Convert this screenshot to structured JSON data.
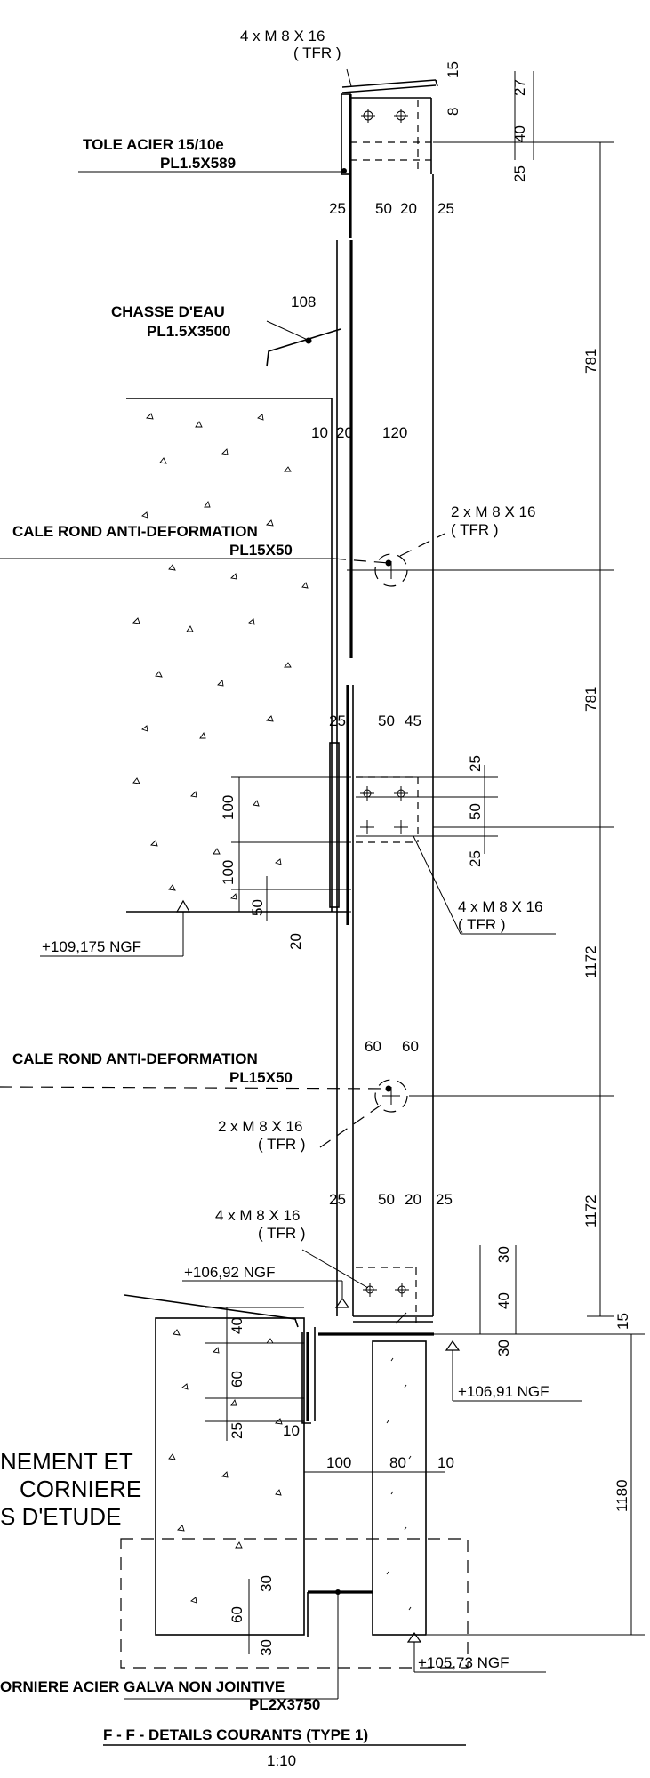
{
  "labels": {
    "bolt_top": "4 x M 8 X 16",
    "bolt_top_tfr": "( TFR )",
    "tole_title": "TOLE ACIER 15/10e",
    "tole_ref": "PL1.5X589",
    "chasse_title": "CHASSE D'EAU",
    "chasse_ref": "PL1.5X3500",
    "cale1_title": "CALE ROND ANTI-DEFORMATION",
    "cale1_ref": "PL15X50",
    "bolt_cale1": "2 x M 8 X 16",
    "bolt_cale1_tfr": "( TFR )",
    "bolt_mid": "4 x M 8 X 16",
    "bolt_mid_tfr": "( TFR )",
    "level_109": "+109,175 NGF",
    "cale2_title": "CALE ROND ANTI-DEFORMATION",
    "cale2_ref": "PL15X50",
    "bolt_cale2": "2 x M 8 X 16",
    "bolt_cale2_tfr": "( TFR )",
    "bolt_bot": "4 x M 8 X 16",
    "bolt_bot_tfr": "( TFR )",
    "level_10692": "+106,92 NGF",
    "level_10691": "+106,91 NGF",
    "note_line1": "NEMENT ET",
    "note_line2": "CORNIERE",
    "note_line3": "S D'ETUDE",
    "corniere_title": "ORNIERE ACIER GALVA NON JOINTIVE",
    "corniere_ref": "PL2X3750",
    "level_10573": "+105,73 NGF",
    "title": "F - F  - DETAILS COURANTS (TYPE 1)",
    "scale": "1:10"
  },
  "dims": {
    "d15a": "15",
    "d27": "27",
    "d8": "8",
    "d40a": "40",
    "d25a": "25",
    "r1_25a": "25",
    "r1_50": "50",
    "r1_20": "20",
    "r1_25b": "25",
    "d108": "108",
    "d10": "10",
    "d20": "20",
    "d120": "120",
    "h781a": "781",
    "h781b": "781",
    "h1172a": "1172",
    "h1172b": "1172",
    "h1180": "1180",
    "r2_25": "25",
    "r2_50": "50",
    "r2_45": "45",
    "v25a": "25",
    "v50": "50",
    "v25b": "25",
    "l100a": "100",
    "l100b": "100",
    "l50": "50",
    "l20": "20",
    "c60a": "60",
    "c60b": "60",
    "r3_25a": "25",
    "r3_50": "50",
    "r3_20": "20",
    "r3_25b": "25",
    "v30a": "30",
    "v40b": "40",
    "v30b": "30",
    "v15b": "15",
    "w40": "40",
    "w60": "60",
    "w25": "25",
    "w10": "10",
    "b100": "100",
    "b80": "80",
    "b10": "10",
    "f30a": "30",
    "f60": "60",
    "f30b": "30"
  }
}
